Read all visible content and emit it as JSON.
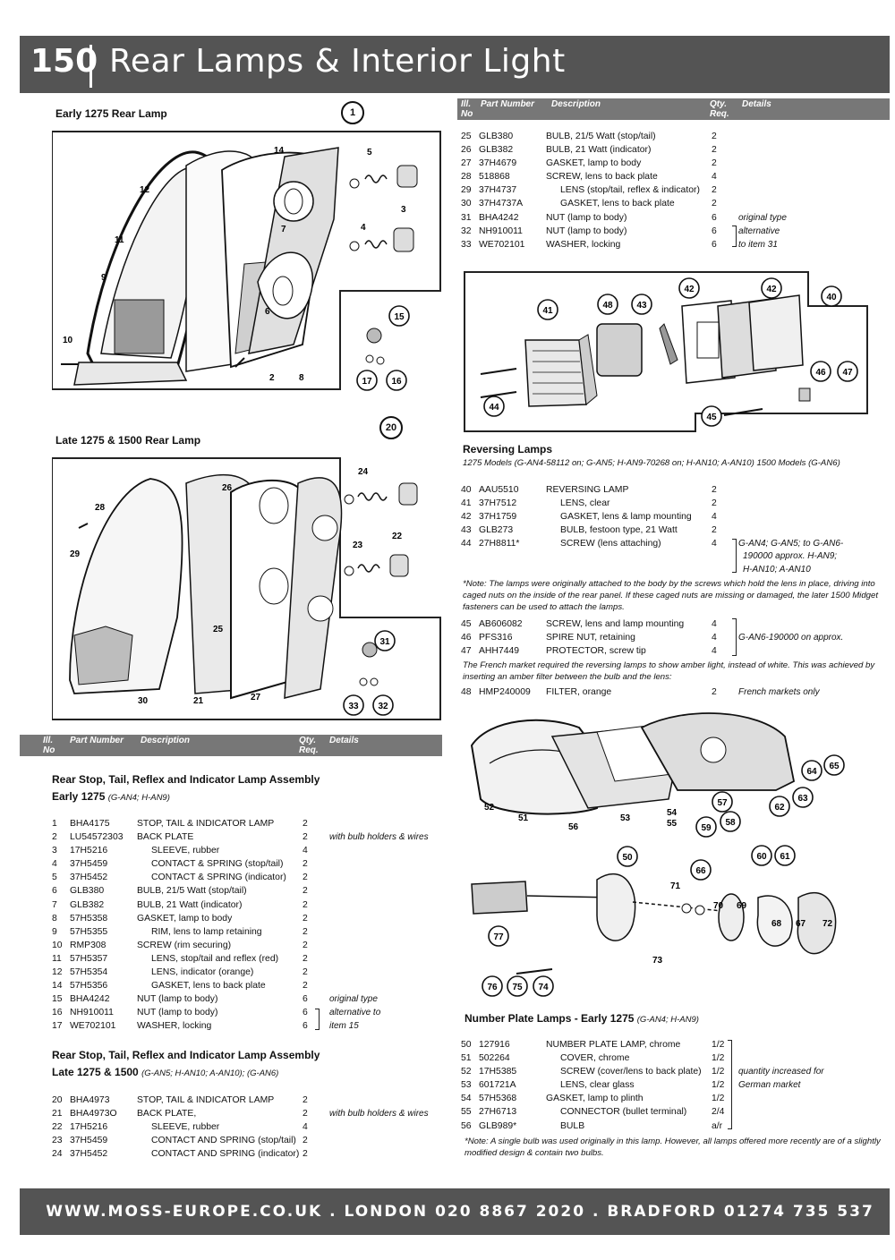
{
  "header": {
    "page_number": "150",
    "title": "Rear Lamps & Interior Light"
  },
  "footer": {
    "text": "WWW.MOSS-EUROPE.CO.UK . LONDON 020 8867 2020 . BRADFORD 01274 735 537"
  },
  "diagrams": {
    "early_title": "Early 1275 Rear Lamp",
    "late_title": "Late 1275 & 1500 Rear Lamp",
    "early_ref": "1",
    "late_ref": "20"
  },
  "table_header": {
    "ill": "Ill.",
    "no": "No",
    "part": "Part Number",
    "desc": "Description",
    "qty": "Qty.",
    "req": "Req.",
    "details": "Details"
  },
  "right_top_rows": [
    {
      "ill": "25",
      "pn": "GLB380",
      "desc": "BULB, 21/5 Watt (stop/tail)",
      "qty": "2",
      "det": ""
    },
    {
      "ill": "26",
      "pn": "GLB382",
      "desc": "BULB, 21 Watt (indicator)",
      "qty": "2",
      "det": ""
    },
    {
      "ill": "27",
      "pn": "37H4679",
      "desc": "GASKET, lamp to body",
      "qty": "2",
      "det": ""
    },
    {
      "ill": "28",
      "pn": "518868",
      "desc": "SCREW, lens to back plate",
      "qty": "4",
      "det": ""
    },
    {
      "ill": "29",
      "pn": "37H4737",
      "desc": "LENS (stop/tail, reflex & indicator)",
      "qty": "2",
      "det": ""
    },
    {
      "ill": "30",
      "pn": "37H4737A",
      "desc": "GASKET, lens to back plate",
      "qty": "2",
      "det": ""
    },
    {
      "ill": "31",
      "pn": "BHA4242",
      "desc": "NUT (lamp to body)",
      "qty": "6",
      "det": "original type"
    },
    {
      "ill": "32",
      "pn": "NH910011",
      "desc": "NUT (lamp to body)",
      "qty": "6",
      "det": "alternative"
    },
    {
      "ill": "33",
      "pn": "WE702101",
      "desc": "WASHER, locking",
      "qty": "6",
      "det": "to item 31"
    }
  ],
  "reversing": {
    "title": "Reversing Lamps",
    "subtitle": "1275 Models (G-AN4-58112 on; G-AN5; H-AN9-70268 on; H-AN10; A-AN10)  1500 Models (G-AN6)",
    "rows": [
      {
        "ill": "40",
        "pn": "AAU5510",
        "desc": "REVERSING LAMP",
        "qty": "2",
        "det": ""
      },
      {
        "ill": "41",
        "pn": "37H7512",
        "desc": "LENS, clear",
        "qty": "2",
        "det": ""
      },
      {
        "ill": "42",
        "pn": "37H1759",
        "desc": "GASKET, lens & lamp mounting",
        "qty": "4",
        "det": ""
      },
      {
        "ill": "43",
        "pn": "GLB273",
        "desc": "BULB, festoon type, 21 Watt",
        "qty": "2",
        "det": ""
      },
      {
        "ill": "44",
        "pn": "27H8811*",
        "desc": "SCREW (lens attaching)",
        "qty": "4",
        "det": "G-AN4; G-AN5; to G-AN6-"
      }
    ],
    "det_cont": [
      "190000 approx. H-AN9;",
      "H-AN10; A-AN10"
    ],
    "note1": "*Note: The lamps were originally attached to the body by the screws which hold the lens in place, driving into caged nuts on the inside of the rear panel. If these caged nuts are missing or damaged, the later 1500 Midget fasteners can be used to attach the lamps.",
    "rows2": [
      {
        "ill": "45",
        "pn": "AB606082",
        "desc": "SCREW, lens and lamp mounting",
        "qty": "4",
        "det": ""
      },
      {
        "ill": "46",
        "pn": "PFS316",
        "desc": "SPIRE NUT, retaining",
        "qty": "4",
        "det": "G-AN6-190000 on approx."
      },
      {
        "ill": "47",
        "pn": "AHH7449",
        "desc": "PROTECTOR, screw tip",
        "qty": "4",
        "det": ""
      }
    ],
    "note2": "The French market required the reversing lamps to show amber light, instead of white. This was achieved by inserting an amber filter between the bulb and the lens:",
    "rows3": [
      {
        "ill": "48",
        "pn": "HMP240009",
        "desc": "FILTER, orange",
        "qty": "2",
        "det": "French markets only"
      }
    ]
  },
  "number_plate": {
    "title": "Number Plate Lamps - Early 1275",
    "subtitle": "(G-AN4; H-AN9)",
    "rows": [
      {
        "ill": "50",
        "pn": "127916",
        "desc": "NUMBER PLATE LAMP, chrome",
        "qty": "1/2",
        "det": ""
      },
      {
        "ill": "51",
        "pn": "502264",
        "desc": "COVER, chrome",
        "qty": "1/2",
        "det": ""
      },
      {
        "ill": "52",
        "pn": "17H5385",
        "desc": "SCREW (cover/lens to back plate)",
        "qty": "1/2",
        "det": "quantity increased for"
      },
      {
        "ill": "53",
        "pn": "601721A",
        "desc": "LENS, clear glass",
        "qty": "1/2",
        "det": "German market"
      },
      {
        "ill": "54",
        "pn": "57H5368",
        "desc": "GASKET, lamp to plinth",
        "qty": "1/2",
        "det": ""
      },
      {
        "ill": "55",
        "pn": "27H6713",
        "desc": "CONNECTOR (bullet terminal)",
        "qty": "2/4",
        "det": ""
      },
      {
        "ill": "56",
        "pn": "GLB989*",
        "desc": "BULB",
        "qty": "a/r",
        "det": ""
      }
    ],
    "note": "*Note: A single bulb was used originally in this lamp. However, all lamps offered more recently are of a slightly modified design & contain two bulbs."
  },
  "early_assembly": {
    "title": "Rear Stop, Tail, Reflex and Indicator Lamp Assembly",
    "title2": "Early 1275",
    "subtitle": "(G-AN4; H-AN9)",
    "rows": [
      {
        "ill": "1",
        "pn": "BHA4175",
        "desc": "STOP, TAIL & INDICATOR LAMP",
        "qty": "2",
        "det": ""
      },
      {
        "ill": "2",
        "pn": "LU54572303",
        "desc": "BACK PLATE",
        "qty": "2",
        "det": "with bulb holders & wires"
      },
      {
        "ill": "3",
        "pn": "17H5216",
        "desc": "SLEEVE, rubber",
        "qty": "4",
        "det": ""
      },
      {
        "ill": "4",
        "pn": "37H5459",
        "desc": "CONTACT & SPRING (stop/tail)",
        "qty": "2",
        "det": ""
      },
      {
        "ill": "5",
        "pn": "37H5452",
        "desc": "CONTACT & SPRING (indicator)",
        "qty": "2",
        "det": ""
      },
      {
        "ill": "6",
        "pn": "GLB380",
        "desc": "BULB, 21/5 Watt (stop/tail)",
        "qty": "2",
        "det": ""
      },
      {
        "ill": "7",
        "pn": "GLB382",
        "desc": "BULB, 21 Watt (indicator)",
        "qty": "2",
        "det": ""
      },
      {
        "ill": "8",
        "pn": "57H5358",
        "desc": "GASKET, lamp to body",
        "qty": "2",
        "det": ""
      },
      {
        "ill": "9",
        "pn": "57H5355",
        "desc": "RIM, lens to lamp retaining",
        "qty": "2",
        "det": ""
      },
      {
        "ill": "10",
        "pn": "RMP308",
        "desc": "SCREW (rim securing)",
        "qty": "2",
        "det": ""
      },
      {
        "ill": "11",
        "pn": "57H5357",
        "desc": "LENS, stop/tail and reflex (red)",
        "qty": "2",
        "det": ""
      },
      {
        "ill": "12",
        "pn": "57H5354",
        "desc": "LENS, indicator (orange)",
        "qty": "2",
        "det": ""
      },
      {
        "ill": "14",
        "pn": "57H5356",
        "desc": "GASKET, lens to back plate",
        "qty": "2",
        "det": ""
      },
      {
        "ill": "15",
        "pn": "BHA4242",
        "desc": "NUT (lamp to body)",
        "qty": "6",
        "det": "original type"
      },
      {
        "ill": "16",
        "pn": "NH910011",
        "desc": "NUT (lamp to body)",
        "qty": "6",
        "det": "alternative to"
      },
      {
        "ill": "17",
        "pn": "WE702101",
        "desc": "WASHER, locking",
        "qty": "6",
        "det": "item 15"
      }
    ]
  },
  "late_assembly": {
    "title": "Rear Stop, Tail, Reflex and Indicator Lamp Assembly",
    "title2": "Late 1275 & 1500",
    "subtitle": "(G-AN5; H-AN10; A-AN10); (G-AN6)",
    "rows": [
      {
        "ill": "20",
        "pn": "BHA4973",
        "desc": "STOP, TAIL & INDICATOR LAMP",
        "qty": "2",
        "det": ""
      },
      {
        "ill": "21",
        "pn": "BHA4973O",
        "desc": "BACK PLATE,",
        "qty": "2",
        "det": "with bulb holders & wires"
      },
      {
        "ill": "22",
        "pn": "17H5216",
        "desc": "SLEEVE, rubber",
        "qty": "4",
        "det": ""
      },
      {
        "ill": "23",
        "pn": "37H5459",
        "desc": "CONTACT AND SPRING (stop/tail)",
        "qty": "2",
        "det": ""
      },
      {
        "ill": "24",
        "pn": "37H5452",
        "desc": "CONTACT AND SPRING (indicator)",
        "qty": "2",
        "det": ""
      }
    ]
  },
  "callouts": {
    "early": [
      "14",
      "5",
      "12",
      "3",
      "11",
      "4",
      "9",
      "7",
      "6",
      "10",
      "2",
      "8",
      "15",
      "17",
      "16"
    ],
    "late": [
      "24",
      "26",
      "28",
      "29",
      "22",
      "23",
      "31",
      "25",
      "30",
      "21",
      "27",
      "33",
      "32"
    ],
    "reversing": [
      "42",
      "42",
      "40",
      "41",
      "48",
      "43",
      "46",
      "47",
      "44",
      "45"
    ],
    "number_plate": [
      "64",
      "65",
      "52",
      "51",
      "53",
      "54",
      "55",
      "56",
      "57",
      "62",
      "63",
      "58",
      "59",
      "60",
      "61",
      "50",
      "66",
      "71",
      "70",
      "69",
      "68",
      "67",
      "72",
      "77",
      "73",
      "76",
      "75",
      "74"
    ]
  }
}
